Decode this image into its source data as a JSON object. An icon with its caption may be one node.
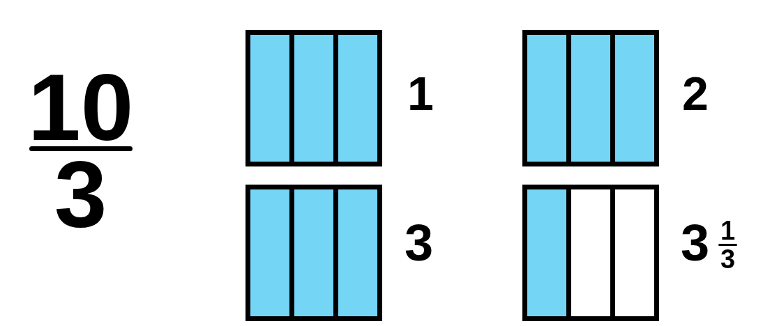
{
  "diagram": {
    "nodes": [
      {
        "text": [],
        "shape": "box",
        "beside": [
          "1"
        ]
      },
      {
        "text": [],
        "shape": "bar",
        "in": 0
      },
      {
        "text": [],
        "shape": "bar",
        "in": 0
      },
      {
        "text": [],
        "shape": "bar",
        "in": 0
      },
      {
        "text": [],
        "shape": "box",
        "beside": [
          "2"
        ]
      },
      {
        "text": [],
        "shape": "bar",
        "in": 4
      },
      {
        "text": [],
        "shape": "bar",
        "in": 4
      },
      {
        "text": [],
        "shape": "bar",
        "in": 4
      },
      {
        "text": [],
        "shape": "box",
        "beside": [
          "3"
        ]
      },
      {
        "text": [],
        "shape": "bar",
        "in": 8
      },
      {
        "text": [],
        "shape": "bar",
        "in": 8
      },
      {
        "text": [],
        "shape": "bar",
        "in": 8
      },
      {
        "text": [],
        "shape": "box",
        "beside": [
          "3",
          "1",
          "3"
        ]
      },
      {
        "text": [],
        "shape": "bar",
        "in": 12
      },
      {
        "text": [],
        "shape": "bar",
        "in": 12
      },
      {
        "text": [],
        "shape": "bar",
        "in": 12
      }
    ],
    "labels": [
      "10",
      "3"
    ]
  }
}
